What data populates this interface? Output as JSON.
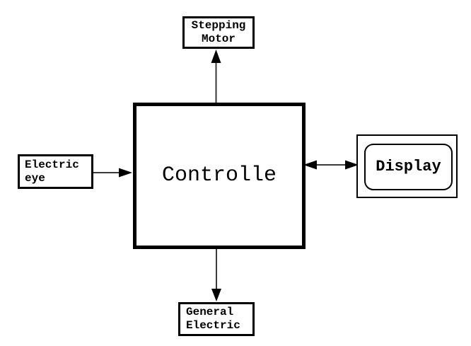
{
  "diagram": {
    "colors": {
      "ink": "#000000",
      "background": "#ffffff",
      "shaft": "#3a3a3a"
    },
    "nodes": {
      "stepping_motor": {
        "label": "Stepping\nMotor"
      },
      "electric_eye": {
        "label": "Electric\neye"
      },
      "controller": {
        "label": "Controlle"
      },
      "display": {
        "label": "Display"
      },
      "general_electric": {
        "label": "General\nElectric"
      }
    },
    "edges": [
      {
        "from": "controller",
        "to": "stepping_motor",
        "direction": "up",
        "bidirectional": false
      },
      {
        "from": "electric_eye",
        "to": "controller",
        "direction": "right",
        "bidirectional": false
      },
      {
        "from": "controller",
        "to": "display",
        "direction": "right",
        "bidirectional": true
      },
      {
        "from": "controller",
        "to": "general_electric",
        "direction": "down",
        "bidirectional": false
      }
    ]
  }
}
